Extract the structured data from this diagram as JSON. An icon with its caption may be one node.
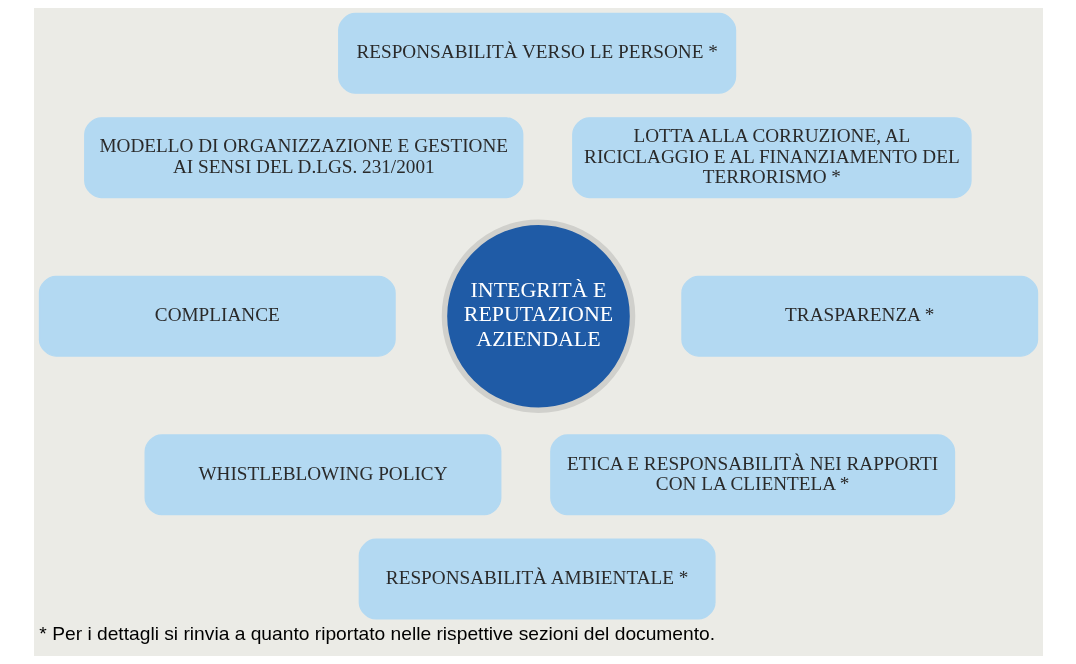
{
  "diagram": {
    "caption": "* Per i dettagli si rinvia a quanto riportato nelle rispettive sezioni del documento.",
    "nodes": [
      {
        "text": [
          "INTEGRITÀ E REPUTAZIONE AZIENDALE"
        ]
      },
      {
        "text": [
          "RESPONSABILITÀ VERSO LE PERSONE *"
        ]
      },
      {
        "text": [
          "MODELLO DI ORGANIZZAZIONE E GESTIONE AI SENSI DEL D.LGS. 231/2001"
        ]
      },
      {
        "text": [
          "LOTTA ALLA CORRUZIONE, AL RICICLAGGIO E AL FINANZIAMENTO DEL TERRORISMO *"
        ]
      },
      {
        "text": [
          "COMPLIANCE"
        ]
      },
      {
        "text": [
          "TRASPARENZA *"
        ]
      },
      {
        "text": [
          "WHISTLEBLOWING POLICY"
        ]
      },
      {
        "text": [
          "ETICA E RESPONSABILITÀ NEI RAPPORTI CON LA CLIENTELA *"
        ]
      },
      {
        "text": [
          "RESPONSABILITÀ AMBIENTALE *"
        ]
      }
    ]
  }
}
